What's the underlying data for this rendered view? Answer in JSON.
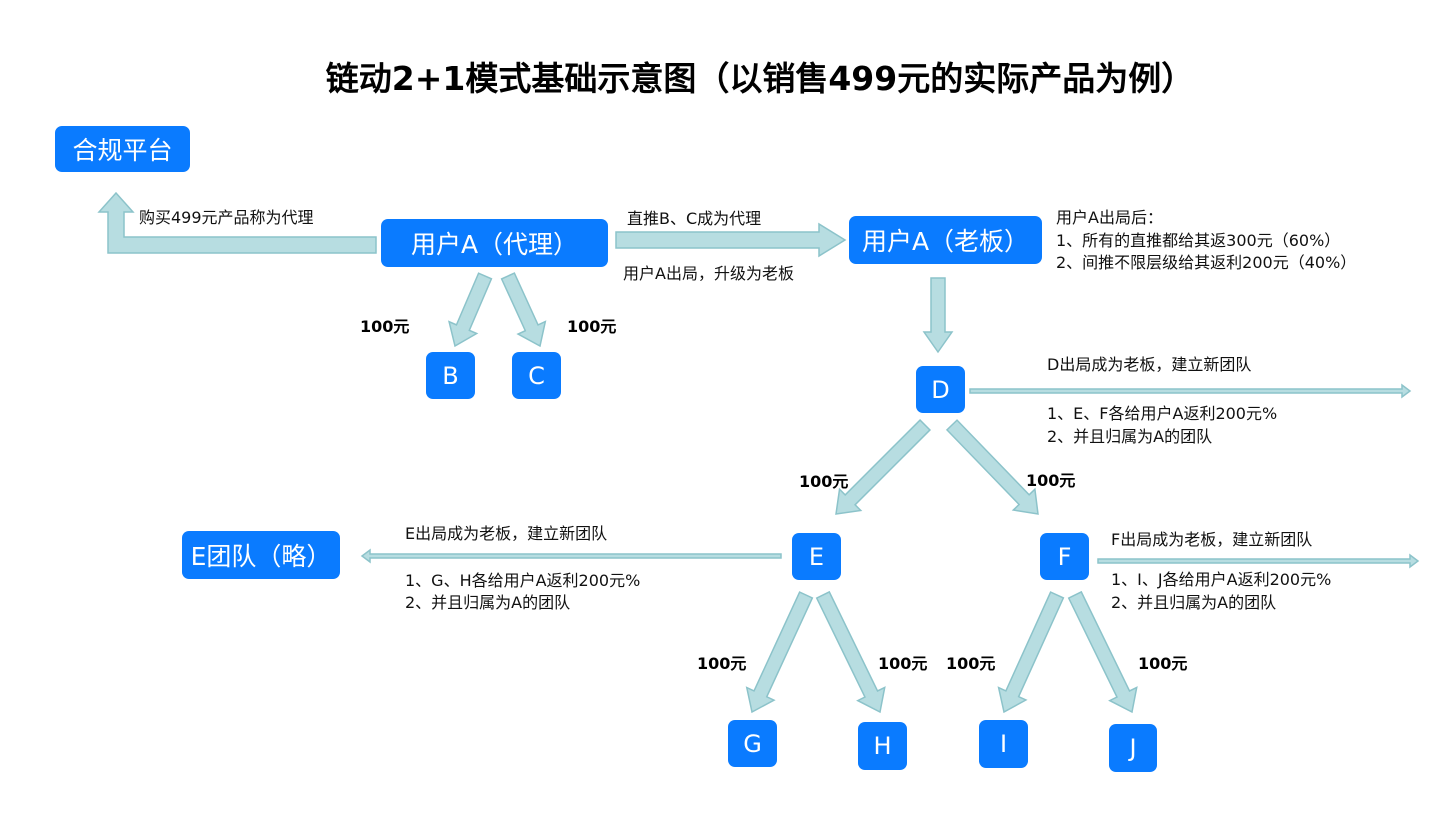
{
  "title": "链动2+1模式基础示意图（以销售499元的实际产品为例）",
  "nodes": {
    "platform": "合规平台",
    "user_a_agent": "用户A（代理）",
    "user_a_boss": "用户A（老板）",
    "b": "B",
    "c": "C",
    "d": "D",
    "e": "E",
    "f": "F",
    "g": "G",
    "h": "H",
    "i": "I",
    "j": "J",
    "e_team": "E团队（略）"
  },
  "labels": {
    "buy": "购买499元产品称为代理",
    "direct": "直推B、C成为代理",
    "upgrade": "用户A出局，升级为老板",
    "after_title": "用户A出局后：",
    "after_1": "1、所有的直推都给其返300元（60%）",
    "after_2": "2、间推不限层级给其返利200元（40%）",
    "d_title": "D出局成为老板，建立新团队",
    "d_1": "1、E、F各给用户A返利200元%",
    "d_2": "2、并且归属为A的团队",
    "e_title": "E出局成为老板，建立新团队",
    "e_1": "1、G、H各给用户A返利200元%",
    "e_2": "2、并且归属为A的团队",
    "f_title": "F出局成为老板，建立新团队",
    "f_1": "1、I、J各给用户A返利200元%",
    "f_2": "2、并且归属为A的团队"
  },
  "amount": "100元",
  "colors": {
    "box": "#0A7BFF",
    "arrow_fill": "#B7DDE1",
    "arrow_stroke": "#8CC3CA"
  }
}
